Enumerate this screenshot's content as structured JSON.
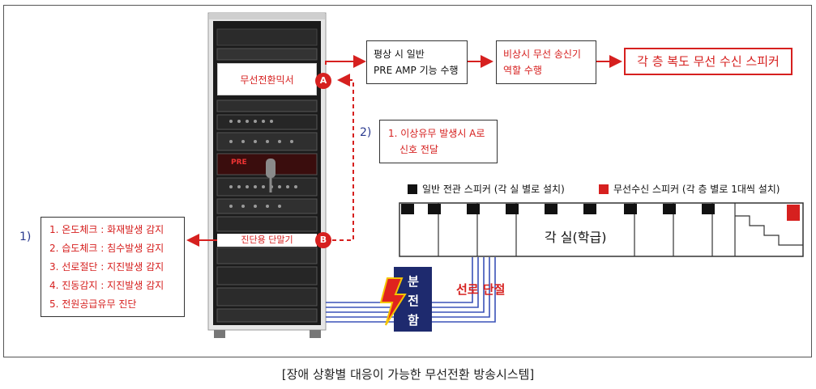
{
  "caption": "[장애 상황별 대응이 가능한 무선전환 방송시스템]",
  "rack": {
    "mixer_label": "무선전환믹서",
    "terminal_label": "진단용 단말기",
    "point_a": "A",
    "point_b": "B",
    "panel_text": "PRE"
  },
  "flow": {
    "box1_line1": "평상 시 일반",
    "box1_line2": "PRE AMP 기능 수행",
    "box2_line1": "비상시 무선 송신기",
    "box2_line2": "역할 수행",
    "box3": "각 층 복도 무선 수신 스피커"
  },
  "step2": {
    "marker": "2)",
    "line1": "1. 이상유무 발생시 A로",
    "line2": "신호 전달"
  },
  "step1": {
    "marker": "1)",
    "items": [
      "1. 온도체크 : 화재발생 감지",
      "2. 습도체크 : 침수발생 감지",
      "3. 선로절단 : 지진발생 감지",
      "4. 진동감지 : 지진발생 감지",
      "5. 전원공급유무 진단"
    ]
  },
  "legend": {
    "general": "일반 전관 스피커 (각 실 별로 설치)",
    "wireless": "무선수신 스피커 (각 층 별로 1대씩 설치)",
    "general_color": "#111111",
    "wireless_color": "#d6201f"
  },
  "floor": {
    "room_label": "각 실(학급)"
  },
  "junction": {
    "chars": [
      "분",
      "전",
      "함"
    ],
    "cut_label": "선로 단절"
  }
}
